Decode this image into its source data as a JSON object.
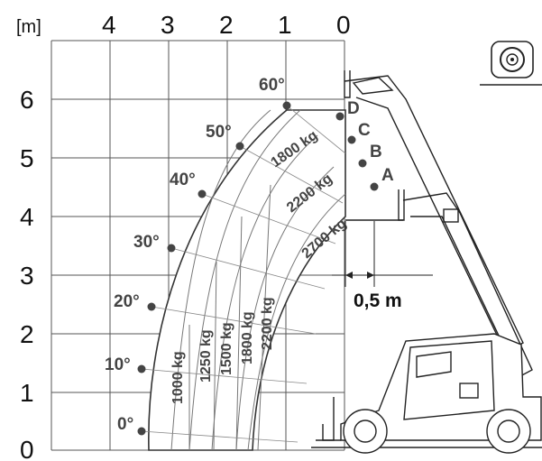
{
  "axes": {
    "unit": "[m]",
    "x_ticks": [
      "4",
      "3",
      "2",
      "1",
      "0"
    ],
    "y_ticks": [
      "6",
      "5",
      "4",
      "3",
      "2",
      "1",
      "0"
    ]
  },
  "angles": [
    "60°",
    "50°",
    "40°",
    "30°",
    "20°",
    "10°",
    "0°"
  ],
  "points": [
    "A",
    "B",
    "C",
    "D"
  ],
  "load_zones_diagonal": [
    "1800 kg",
    "2200 kg",
    "2700 kg"
  ],
  "load_zones_vertical": [
    "1000 kg",
    "1250 kg",
    "1500 kg",
    "1800 kg",
    "2200 kg"
  ],
  "dimension": "0,5 m",
  "icon": "tyre-icon"
}
